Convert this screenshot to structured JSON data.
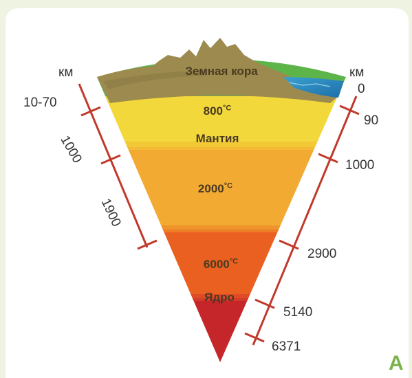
{
  "layers": {
    "crust": "Земная кора",
    "mantle": "Мантия",
    "core": "Ядро"
  },
  "temperatures": {
    "upper_mantle": {
      "value": "800",
      "unit": "°C"
    },
    "lower_mantle": {
      "value": "2000",
      "unit": "°C"
    },
    "outer_core": {
      "value": "6000",
      "unit": "°C"
    }
  },
  "left_scale": {
    "unit": "км",
    "crust_thickness": "10-70",
    "upper_mantle_thickness": "1000",
    "lower_mantle_thickness": "1900"
  },
  "right_scale": {
    "unit": "км",
    "depths": [
      "0",
      "90",
      "1000",
      "2900",
      "5140",
      "6371"
    ]
  },
  "figure_label": "A",
  "colors": {
    "crust": "#9c8a4e",
    "upper_mantle": "#f2d83a",
    "lower_mantle": "#f2aa32",
    "outer_core": "#ea6020",
    "inner_core": "#c4262a",
    "scale": "#c0392b",
    "accent": "#7bb34a"
  }
}
